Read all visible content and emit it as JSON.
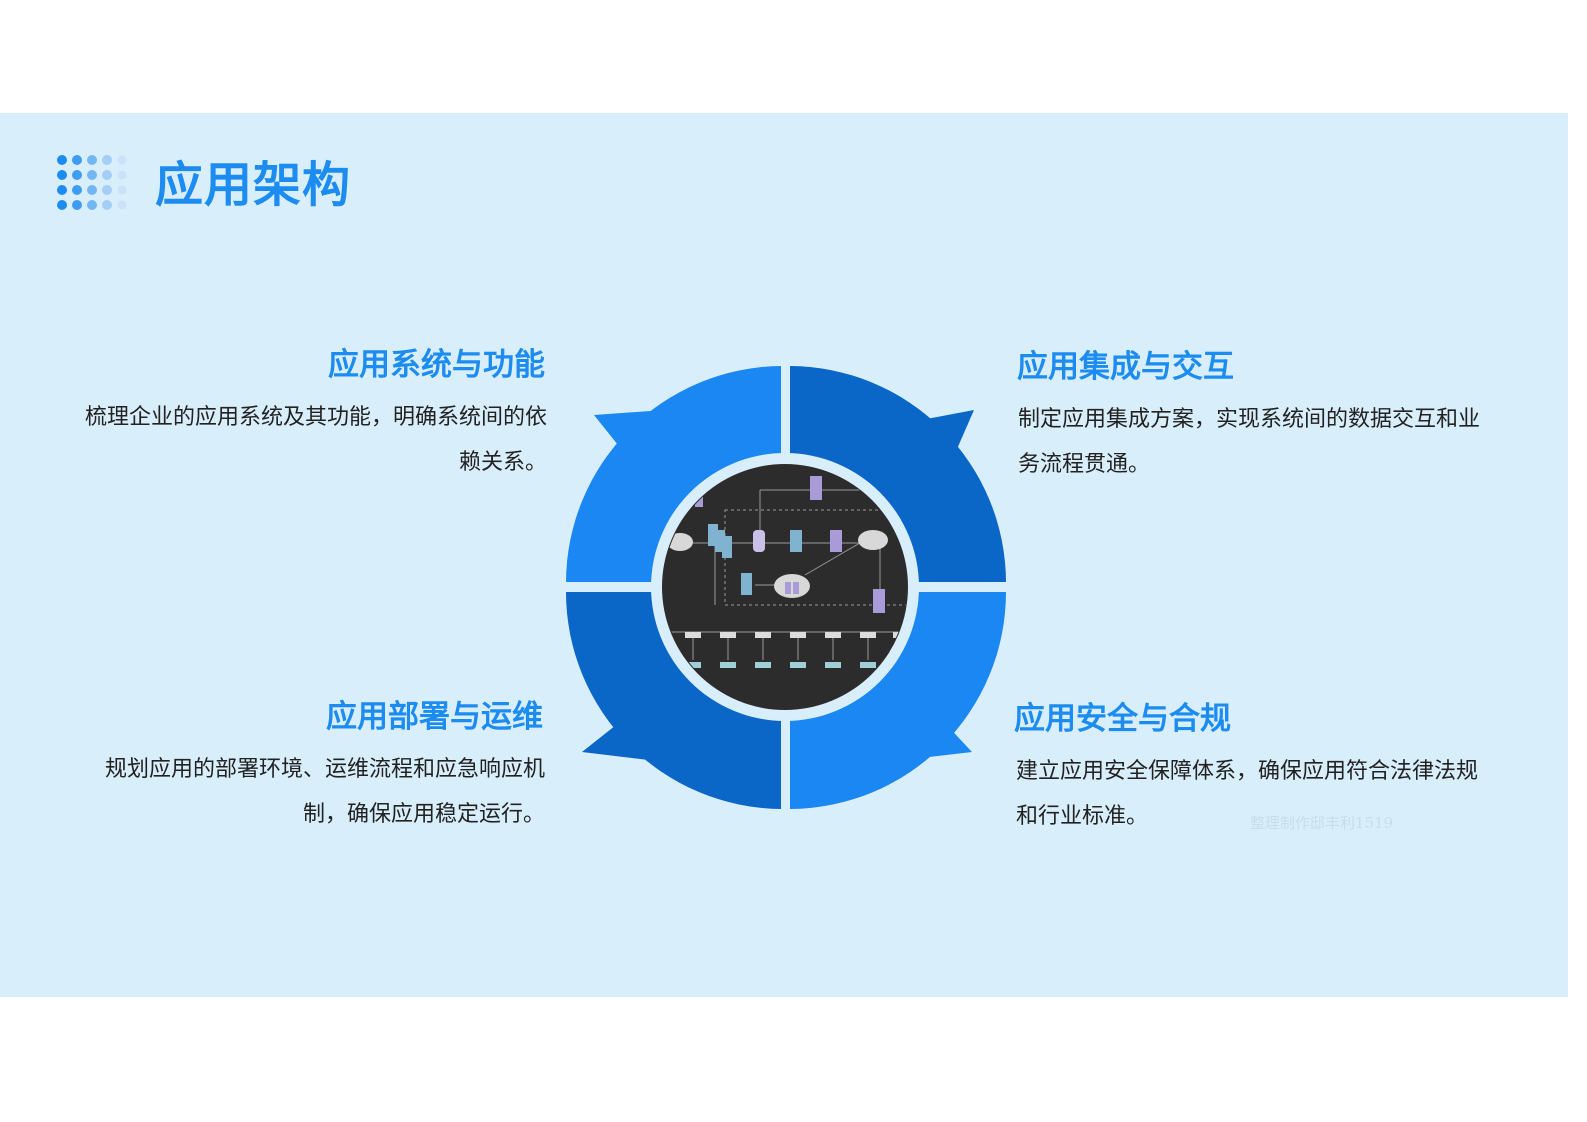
{
  "page": {
    "title": "应用架构"
  },
  "sections": [
    {
      "heading": "应用系统与功能",
      "body": "梳理企业的应用系统及其功能，明确系统间的依赖关系。"
    },
    {
      "heading": "应用集成与交互",
      "body": "制定应用集成方案，实现系统间的数据交互和业务流程贯通。"
    },
    {
      "heading": "应用部署与运维",
      "body": "规划应用的部署环境、运维流程和应急响应机制，确保应用稳定运行。"
    },
    {
      "heading": "应用安全与合规",
      "body": "建立应用安全保障体系，确保应用符合法律法规和行业标准。"
    }
  ],
  "watermark": "整理制作邸丰利1519",
  "colors": {
    "accent": "#1d8cf0",
    "band": "#d9eefb",
    "quad_light": "#1a87f2",
    "quad_dark": "#0a66c7",
    "center_bg": "#2c2c2c"
  },
  "icons": {
    "decor": "dot-grid-icon",
    "center": "network-topology-icon"
  }
}
